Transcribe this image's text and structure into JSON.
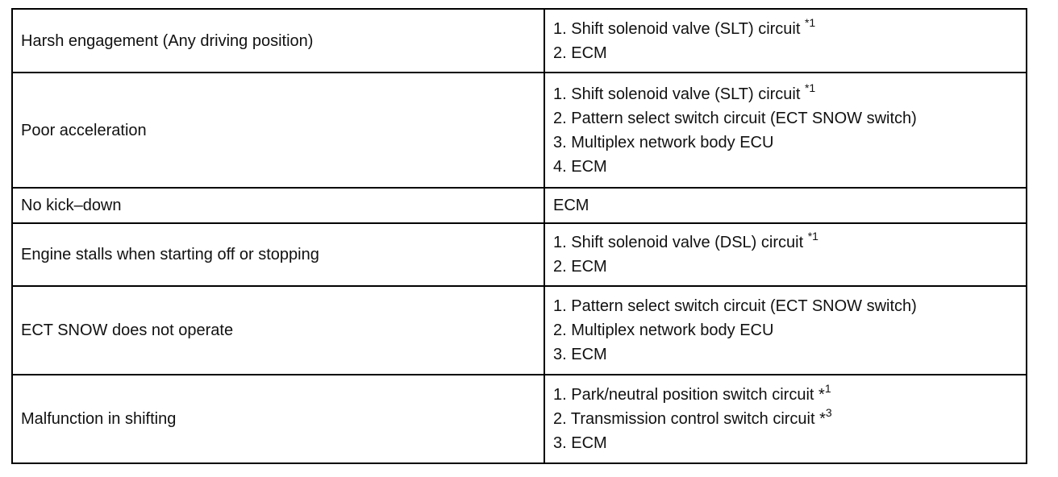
{
  "table": {
    "rows": [
      {
        "symptom": "Harsh engagement (Any driving position)",
        "areas": [
          {
            "text": "1. Shift solenoid valve (SLT) circuit ",
            "note": "*1"
          },
          {
            "text": "2. ECM",
            "note": ""
          }
        ]
      },
      {
        "symptom": "Poor acceleration",
        "areas": [
          {
            "text": "1. Shift solenoid valve (SLT) circuit ",
            "note": "*1"
          },
          {
            "text": "2. Pattern select switch circuit (ECT SNOW switch)",
            "note": ""
          },
          {
            "text": "3. Multiplex network body ECU",
            "note": ""
          },
          {
            "text": "4. ECM",
            "note": ""
          }
        ]
      },
      {
        "symptom": "No kick–down",
        "areas": [
          {
            "text": "ECM",
            "note": ""
          }
        ]
      },
      {
        "symptom": "Engine stalls when starting off or stopping",
        "areas": [
          {
            "text": "1. Shift solenoid valve (DSL) circuit ",
            "note": "*1"
          },
          {
            "text": "2. ECM",
            "note": ""
          }
        ]
      },
      {
        "symptom": "ECT SNOW does not operate",
        "areas": [
          {
            "text": "1. Pattern select switch circuit (ECT SNOW switch)",
            "note": ""
          },
          {
            "text": "2. Multiplex network body ECU",
            "note": ""
          },
          {
            "text": "3. ECM",
            "note": ""
          }
        ]
      },
      {
        "symptom": "Malfunction in shifting",
        "areas": [
          {
            "text": "1. Park/neutral position switch circuit *",
            "note": "1"
          },
          {
            "text": "2. Transmission control switch circuit *",
            "note": "3"
          },
          {
            "text": "3. ECM",
            "note": ""
          }
        ]
      }
    ]
  }
}
